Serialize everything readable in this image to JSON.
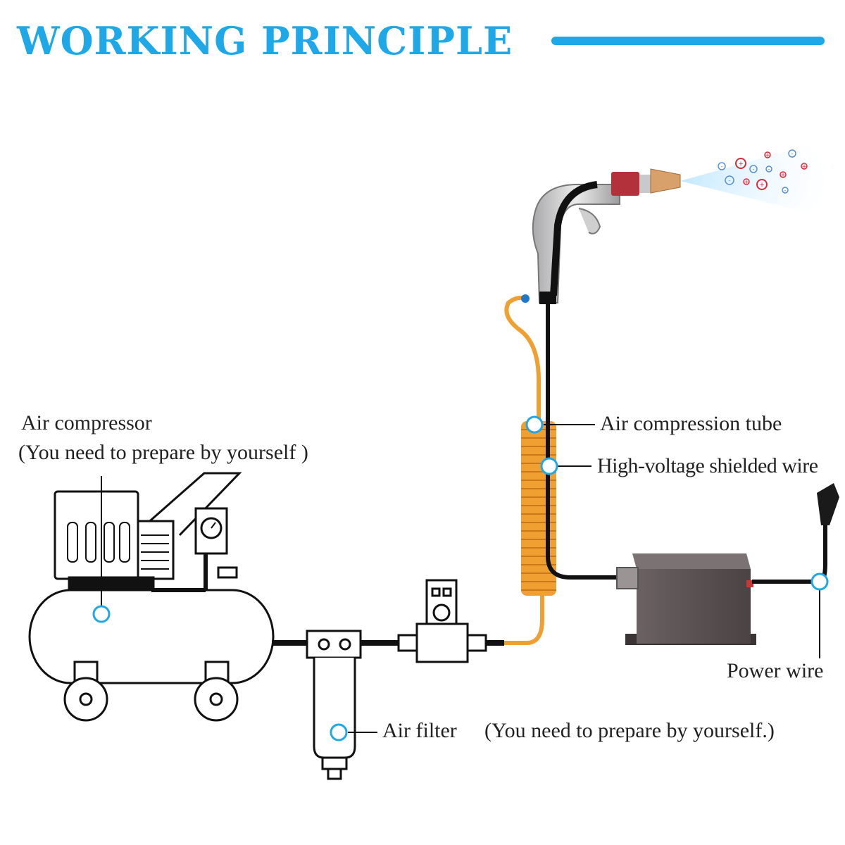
{
  "title": "WORKING PRINCIPLE",
  "colors": {
    "accent": "#1ea8e8",
    "tube": "#f0a030",
    "wire": "#111111",
    "box": "#5b5253",
    "gun_band": "#b3313a"
  },
  "labels": {
    "air_compressor": "Air compressor",
    "air_compressor_note": "(You need to prepare by yourself )",
    "air_compression_tube": "Air compression tube",
    "hv_wire": "High-voltage shielded wire",
    "power_wire": "Power wire",
    "air_filter": "Air filter",
    "air_filter_note": "(You need to prepare by yourself.)"
  },
  "ions": [
    "+",
    "-",
    "+",
    "-",
    "+",
    "-",
    "+",
    "-",
    "-",
    "+",
    "-",
    "+"
  ]
}
